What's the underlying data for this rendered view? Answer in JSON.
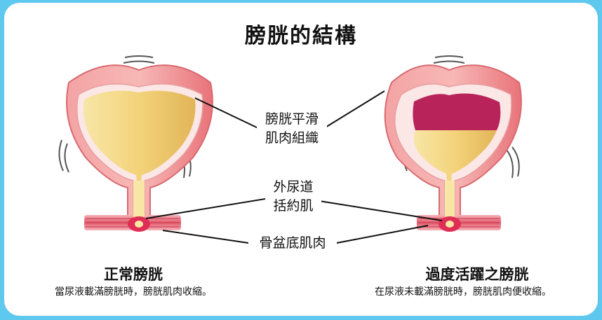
{
  "title": "膀胱的結構",
  "labels": {
    "smooth_muscle_line1": "膀胱平滑",
    "smooth_muscle_line2": "肌肉組織",
    "sphincter_line1": "外尿道",
    "sphincter_line2": "括約肌",
    "pelvic_floor": "骨盆底肌肉"
  },
  "left_bladder": {
    "title": "正常膀胱",
    "caption": "當尿液載滿膀胱時，膀胱肌肉收縮。"
  },
  "right_bladder": {
    "title": "過度活躍之膀胱",
    "caption": "在尿液未載滿膀胱時，膀胱肌肉便收縮。"
  },
  "colors": {
    "background": "#5ec8ee",
    "bladder_wall": "#f08a8e",
    "urine": "#f3d77a",
    "empty_space": "#b8245a"
  }
}
